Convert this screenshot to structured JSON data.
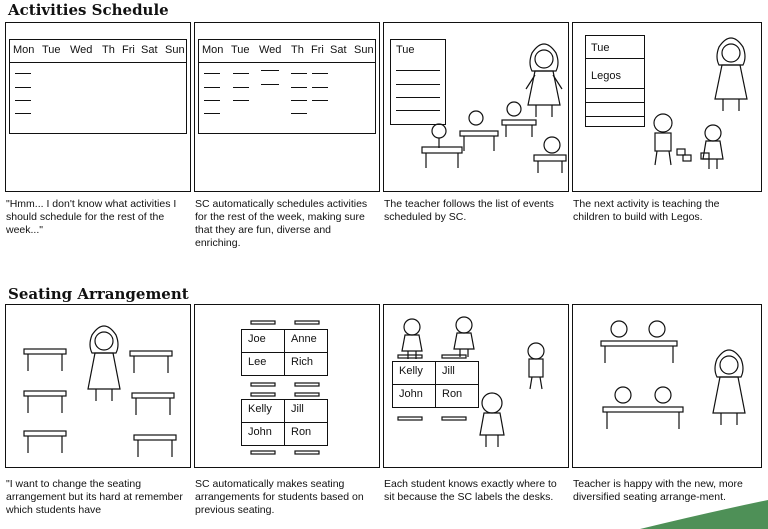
{
  "sections": {
    "activities": {
      "title": "Activities Schedule"
    },
    "seating": {
      "title": "Seating Arrangement"
    }
  },
  "calendar": {
    "days": [
      "Mon",
      "Tue",
      "Wed",
      "Th",
      "Fri",
      "Sat",
      "Sun"
    ],
    "day_tue": "Tue",
    "legos_label": "Legos"
  },
  "captions": {
    "a1": "\"Hmm... I don't know what activities I should schedule for the rest of the week...\"",
    "a2": "SC automatically schedules activities for the rest of the week, making sure that they are fun, diverse and enriching.",
    "a3": "The teacher follows the list of events scheduled by SC.",
    "a4": "The next activity is teaching the children to build with Legos.",
    "s1": "\"I want to change the seating arrangement but its hard at remember which students have",
    "s2": "SC automatically makes seating arrangements for students based on previous seating.",
    "s3": "Each student knows exactly where to sit because the SC labels the desks.",
    "s4": "Teacher is happy with the new, more diversified seating arrange-ment."
  },
  "seating_names": {
    "group1": [
      "Joe",
      "Anne",
      "Lee",
      "Rich"
    ],
    "group2": [
      "Kelly",
      "Jill",
      "John",
      "Ron"
    ]
  },
  "colors": {
    "line": "#111111",
    "background": "#ffffff",
    "accent_corner": "#2f7d3a"
  }
}
